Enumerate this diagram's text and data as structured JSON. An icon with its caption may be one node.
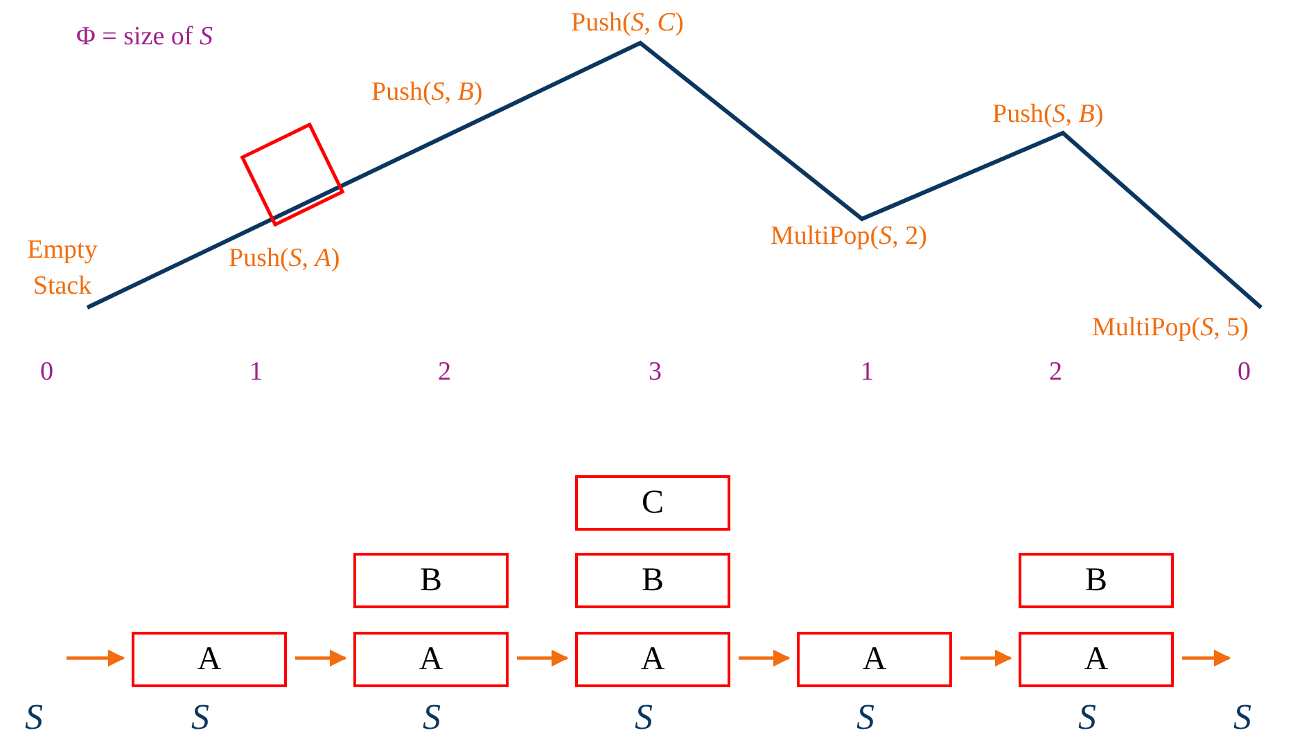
{
  "diagram": {
    "nodes": [
      {
        "text": [
          "A"
        ]
      },
      {
        "text": [
          "A"
        ]
      },
      {
        "text": [
          "B"
        ]
      },
      {
        "text": [
          "A"
        ]
      },
      {
        "text": [
          "B"
        ]
      },
      {
        "text": [
          "C"
        ]
      },
      {
        "text": [
          "A"
        ]
      },
      {
        "text": [
          "A"
        ]
      },
      {
        "text": [
          "B"
        ]
      }
    ],
    "edges": [
      {
        "from": null,
        "to": 0,
        "arrow": "to"
      },
      {
        "from": 0,
        "to": 1,
        "arrow": "to"
      },
      {
        "from": 1,
        "to": 3,
        "arrow": "to"
      },
      {
        "from": 3,
        "to": 6,
        "arrow": "to"
      },
      {
        "from": 6,
        "to": 7,
        "arrow": "to"
      },
      {
        "from": 7,
        "to": null,
        "arrow": "to"
      }
    ],
    "labels": [
      "Φ = size of *S*",
      "Push(*S*, *C*)",
      "Push(*S*, *B*)",
      "Push(*S*, *B*)",
      "Empty Stack",
      "Push(*S*, *A*)",
      "MultiPop(*S*, 2)",
      "MultiPop(*S*, 5)",
      "0",
      "1",
      "2",
      "3",
      "1",
      "2",
      "0",
      "S",
      "S",
      "S",
      "S",
      "S",
      "S",
      "S"
    ]
  }
}
